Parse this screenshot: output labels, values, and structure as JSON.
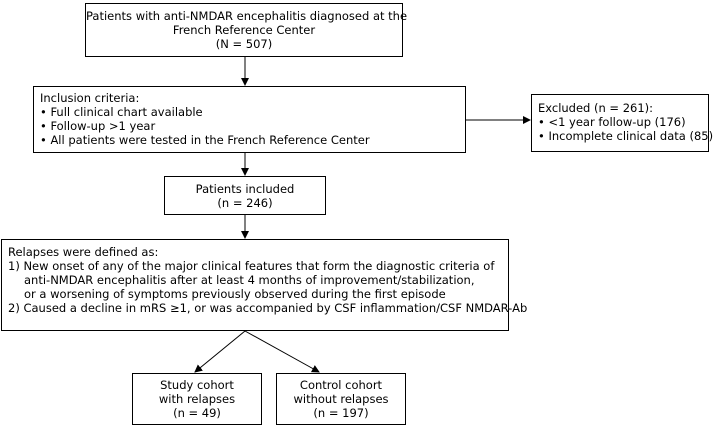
{
  "box_total": {
    "lines": [
      "Patients with anti-NMDAR encephalitis diagnosed at the",
      "French Reference Center",
      "(N = 507)"
    ]
  },
  "box_inclusion": {
    "title": "Inclusion criteria:",
    "items": [
      "• Full clinical chart available",
      "• Follow-up >1 year",
      "• All patients were tested in the French Reference Center"
    ]
  },
  "box_excluded": {
    "title": "Excluded (n = 261):",
    "items": [
      "• <1 year follow-up (176)",
      "• Incomplete clinical data (85)"
    ]
  },
  "box_included": {
    "lines": [
      "Patients included",
      "(n = 246)"
    ]
  },
  "box_relapse": {
    "title": "Relapses were defined as:",
    "lines": [
      "1) New onset of any of the major clinical features that form the diagnostic criteria of",
      "anti-NMDAR encephalitis after at least 4 months of improvement/stabilization,",
      "or a worsening of symptoms previously observed during the first episode",
      "2) Caused a decline in mRS ≥1, or was accompanied by CSF inflammation/CSF NMDAR-Ab"
    ]
  },
  "box_study": {
    "lines": [
      "Study cohort",
      "with relapses",
      "(n = 49)"
    ]
  },
  "box_control": {
    "lines": [
      "Control cohort",
      "without relapses",
      "(n = 197)"
    ]
  }
}
